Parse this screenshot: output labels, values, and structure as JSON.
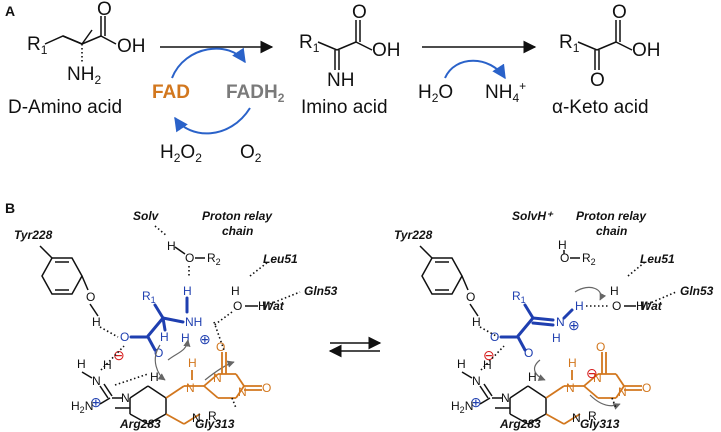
{
  "panel_a": {
    "label": "A",
    "amino": {
      "r": "R",
      "r_sub": "1",
      "o": "O",
      "oh": "OH",
      "nh2": "NH",
      "nh2_sub": "2",
      "name": "D-Amino acid"
    },
    "imino": {
      "r": "R",
      "r_sub": "1",
      "o": "O",
      "oh": "OH",
      "nh": "NH",
      "name": "Imino acid"
    },
    "keto": {
      "r": "R",
      "r_sub": "1",
      "o_top": "O",
      "o_bottom": "O",
      "oh": "OH",
      "name": "α-Keto acid"
    },
    "cofactor": {
      "fad": "FAD",
      "fadh2": "FADH",
      "fadh2_sub": "2",
      "h2o2": "H",
      "h2o2_sub1": "2",
      "h2o2_mid": "O",
      "h2o2_sub2": "2",
      "o2": "O",
      "o2_sub": "2"
    },
    "hydrolysis": {
      "h2o": "H",
      "h2o_sub": "2",
      "h2o_end": "O",
      "nh4": "NH",
      "nh4_sub": "4",
      "nh4_sup": "+"
    },
    "colors": {
      "fad": "#d2771e",
      "fadh2": "#7a7a7a",
      "arrow": "#2a62c9"
    }
  },
  "panel_b": {
    "label": "B",
    "left": {
      "tyr": "Tyr228",
      "solv": "Solv",
      "relay_1": "Proton relay",
      "relay_2": "chain",
      "leu": "Leu51",
      "gln": "Gln53",
      "wat": "Wat",
      "arg": "Arg283",
      "gly": "Gly313",
      "r1": "R",
      "r1_sub": "1",
      "r2": "R",
      "r2_sub": "2",
      "r": "R",
      "atoms": {
        "h": "H",
        "o": "O",
        "n": "N",
        "nh": "NH",
        "h2n": "H",
        "h2n_sub": "2",
        "h2n_n": "N"
      },
      "charges": {
        "minus": "⊖",
        "plus": "⊕"
      }
    },
    "right": {
      "tyr": "Tyr228",
      "solv": "SolvH⁺",
      "relay_1": "Proton relay",
      "relay_2": "chain",
      "leu": "Leu51",
      "gln": "Gln53",
      "wat": "Wat",
      "arg": "Arg283",
      "gly": "Gly313",
      "r1": "R",
      "r1_sub": "1",
      "r2": "R",
      "r2_sub": "2",
      "r": "R"
    },
    "colors": {
      "substrate": "#1f3fb0",
      "flavin": "#d2771e",
      "charge_minus": "#d61c1c",
      "charge_plus": "#1f3fb0"
    }
  }
}
